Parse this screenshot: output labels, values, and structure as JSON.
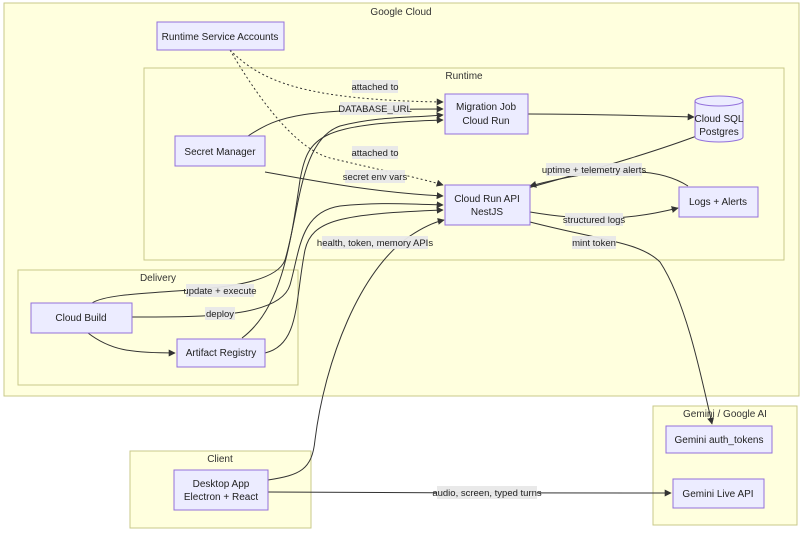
{
  "clusters": {
    "google_cloud": "Google Cloud",
    "runtime": "Runtime",
    "delivery": "Delivery",
    "client": "Client",
    "gemini": "Gemini / Google AI"
  },
  "nodes": {
    "runtime_service_accounts": "Runtime Service Accounts",
    "migration_job_l1": "Migration Job",
    "migration_job_l2": "Cloud Run",
    "cloud_sql_l1": "Cloud SQL",
    "cloud_sql_l2": "Postgres",
    "secret_manager": "Secret Manager",
    "cloud_run_api_l1": "Cloud Run API",
    "cloud_run_api_l2": "NestJS",
    "logs_alerts": "Logs + Alerts",
    "cloud_build": "Cloud Build",
    "artifact_registry": "Artifact Registry",
    "desktop_app_l1": "Desktop App",
    "desktop_app_l2": "Electron + React",
    "gemini_auth_tokens": "Gemini auth_tokens",
    "gemini_live_api": "Gemini Live API"
  },
  "edge_labels": {
    "attached_to_1": "attached to",
    "database_url": "DATABASE_URL",
    "attached_to_2": "attached to",
    "uptime_alerts": "uptime + telemetry alerts",
    "secret_env": "secret env vars",
    "structured_logs": "structured logs",
    "mint_token": "mint token",
    "health_apis": "health, token, memory APIs",
    "update_execute": "update + execute",
    "deploy": "deploy",
    "audio_screen": "audio, screen, typed turns"
  }
}
